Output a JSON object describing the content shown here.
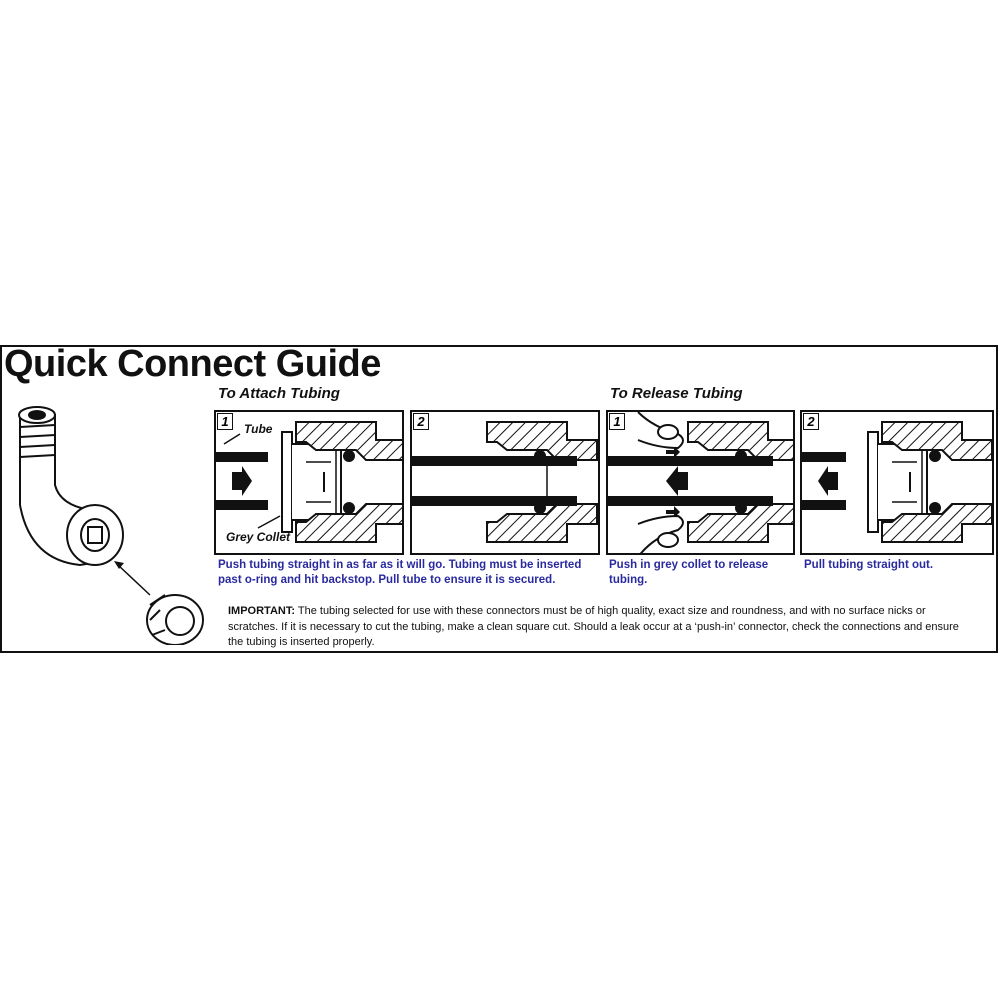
{
  "title": "Quick Connect Guide",
  "sections": {
    "attach": "To Attach Tubing",
    "release": "To Release Tubing"
  },
  "panels": [
    {
      "number": "1",
      "labels": {
        "tube": "Tube",
        "collet": "Grey Collet"
      }
    },
    {
      "number": "2"
    },
    {
      "number": "1"
    },
    {
      "number": "2"
    }
  ],
  "captions": {
    "attach": "Push tubing straight in as far as it will go. Tubing must be inserted past o-ring and hit backstop. Pull tube to ensure it is secured.",
    "release_push": "Push in grey collet to release tubing.",
    "release_pull": "Pull tubing straight out."
  },
  "important": {
    "label": "IMPORTANT:",
    "text": " The tubing selected for use with these connectors must be of high quality, exact size and roundness, and with no surface nicks or scratches. If it is necessary to cut the tubing, make a clean square cut. Should a leak occur at a ‘push-in’ connector, check the connections and ensure the tubing is inserted properly."
  }
}
